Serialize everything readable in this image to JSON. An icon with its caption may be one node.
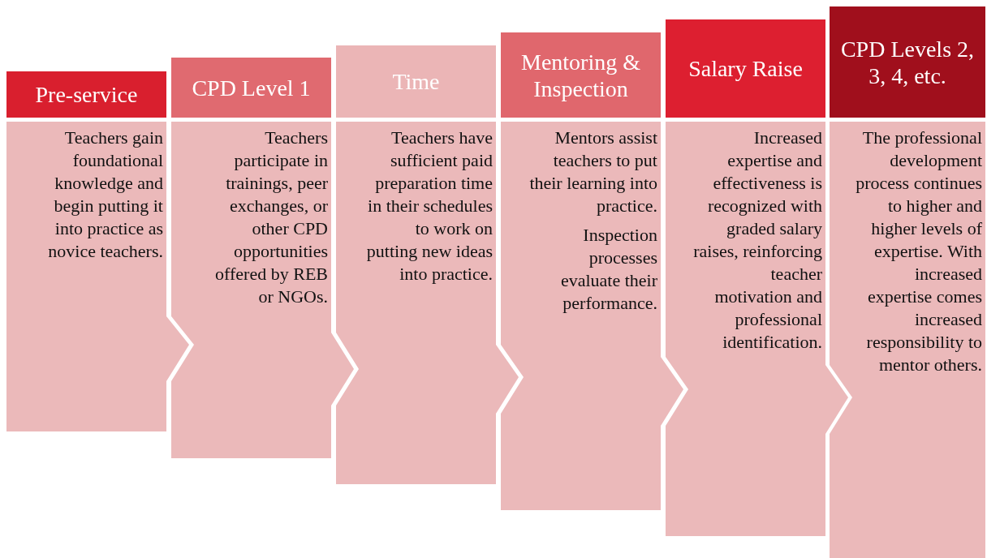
{
  "diagram": {
    "nodes": [
      {
        "text": [
          "Pre-service"
        ]
      },
      {
        "text": [
          "Teachers gain foundational knowledge and begin putting it into practice as novice teachers."
        ]
      },
      {
        "text": [
          "CPD Level 1"
        ]
      },
      {
        "text": [
          "Teachers participate in trainings, peer exchanges, or other CPD opportunities offered by REB or NGOs."
        ]
      },
      {
        "text": [
          "Time"
        ]
      },
      {
        "text": [
          "Teachers have sufficient paid preparation time in their schedules to work on putting new ideas into practice."
        ]
      },
      {
        "text": [
          "Mentoring & Inspection"
        ]
      },
      {
        "text": [
          "Mentors assist teachers to put their learning into practice.",
          "Inspection processes evaluate their performance."
        ]
      },
      {
        "text": [
          "Salary Raise"
        ]
      },
      {
        "text": [
          "Increased expertise and effectiveness is recognized with graded salary raises, reinforcing teacher motivation and professional identification."
        ]
      },
      {
        "text": [
          "CPD Levels 2, 3, 4, etc."
        ]
      },
      {
        "text": [
          "The professional development process continues to higher and higher levels of expertise. With increased expertise comes increased responsibility to mentor others."
        ]
      }
    ]
  }
}
